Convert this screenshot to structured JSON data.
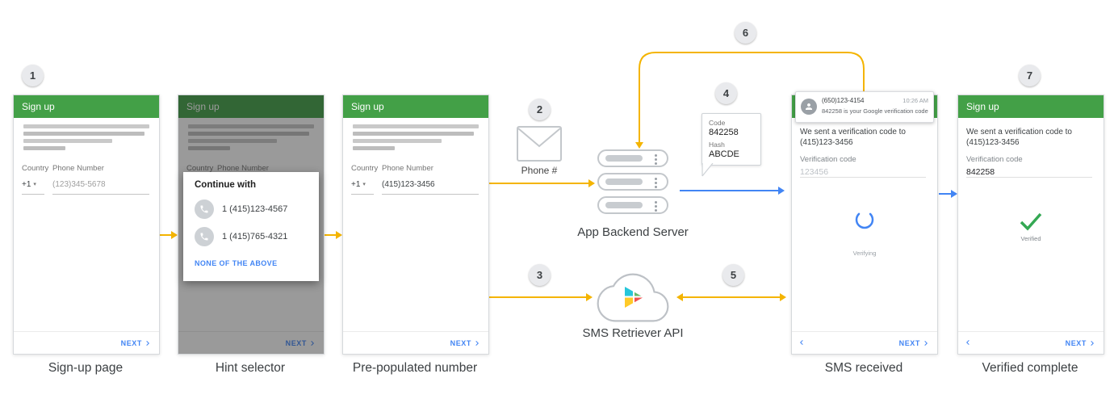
{
  "colors": {
    "green": "#43A047",
    "yellow": "#F4B400",
    "blue": "#4285F4",
    "verified_green": "#34A853"
  },
  "steps": [
    "1",
    "2",
    "3",
    "4",
    "5",
    "6",
    "7"
  ],
  "phone_signup": {
    "header": "Sign up",
    "country_label": "Country",
    "phone_label": "Phone Number",
    "country_code": "+1",
    "phone_placeholder": "(123)345-5678",
    "next_label": "NEXT",
    "caption": "Sign-up page"
  },
  "phone_hint": {
    "header": "Sign up",
    "country_label": "Country",
    "phone_label": "Phone Number",
    "dialog_title": "Continue with",
    "options": [
      "1 (415)123-4567",
      "1 (415)765-4321"
    ],
    "none_label": "NONE OF THE ABOVE",
    "next_label": "NEXT",
    "caption": "Hint selector"
  },
  "phone_prepop": {
    "header": "Sign up",
    "country_label": "Country",
    "phone_label": "Phone Number",
    "country_code": "+1",
    "phone_value": "(415)123-3456",
    "next_label": "NEXT",
    "caption": "Pre-populated number"
  },
  "flow": {
    "phone_label": "Phone #",
    "backend_label": "App Backend Server",
    "api_label": "SMS Retriever API",
    "bubble": {
      "code_label": "Code",
      "code_value": "842258",
      "hash_label": "Hash",
      "hash_value": "ABCDE"
    }
  },
  "phone_sms": {
    "notification": {
      "sender": "(650)123-4154",
      "time": "10:26 AM",
      "message": "842258 is your Google verification code"
    },
    "sent_line1": "We sent a verification code to",
    "sent_line2": "(415)123-3456",
    "code_label": "Verification code",
    "code_placeholder": "123456",
    "verifying_label": "Verifying",
    "next_label": "NEXT",
    "caption": "SMS received"
  },
  "phone_verified": {
    "header": "Sign up",
    "sent_line1": "We sent a verification code to",
    "sent_line2": "(415)123-3456",
    "code_label": "Verification code",
    "code_value": "842258",
    "verified_label": "Verified",
    "next_label": "NEXT",
    "caption": "Verified complete"
  }
}
